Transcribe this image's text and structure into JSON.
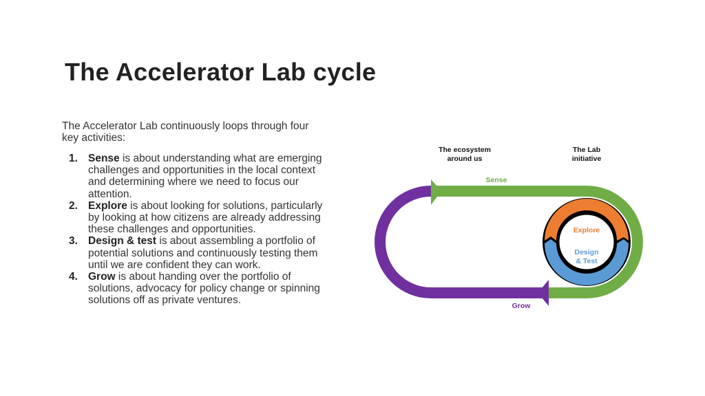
{
  "title": "The Accelerator Lab cycle",
  "intro": "The Accelerator Lab continuously loops through four key activities:",
  "items": [
    {
      "num": "1.",
      "term": "Sense",
      "text": " is about understanding what are emerging challenges and opportunities in the local context and determining where we need to focus our attention."
    },
    {
      "num": "2.",
      "term": "Explore",
      "text": " is about looking for solutions, particularly by looking at how citizens are already addressing these challenges and opportunities."
    },
    {
      "num": "3.",
      "term": "Design & test",
      "text": " is about assembling a portfolio of potential solutions and continuously testing them until we are confident they can work."
    },
    {
      "num": "4.",
      "term": "Grow",
      "text": " is about handing over the portfolio of solutions, advocacy for policy change or spinning solutions off as private ventures."
    }
  ],
  "diagram": {
    "ecosystem_line1": "The ecosystem",
    "ecosystem_line2": "around us",
    "lab_line1": "The Lab",
    "lab_line2": "initiative",
    "sense": "Sense",
    "grow": "Grow",
    "explore": "Explore",
    "design_line1": "Design",
    "design_line2": "& Test",
    "colors": {
      "sense": "#70ad47",
      "grow": "#7030a0",
      "explore": "#ed7d31",
      "design": "#5b9bd5"
    }
  }
}
